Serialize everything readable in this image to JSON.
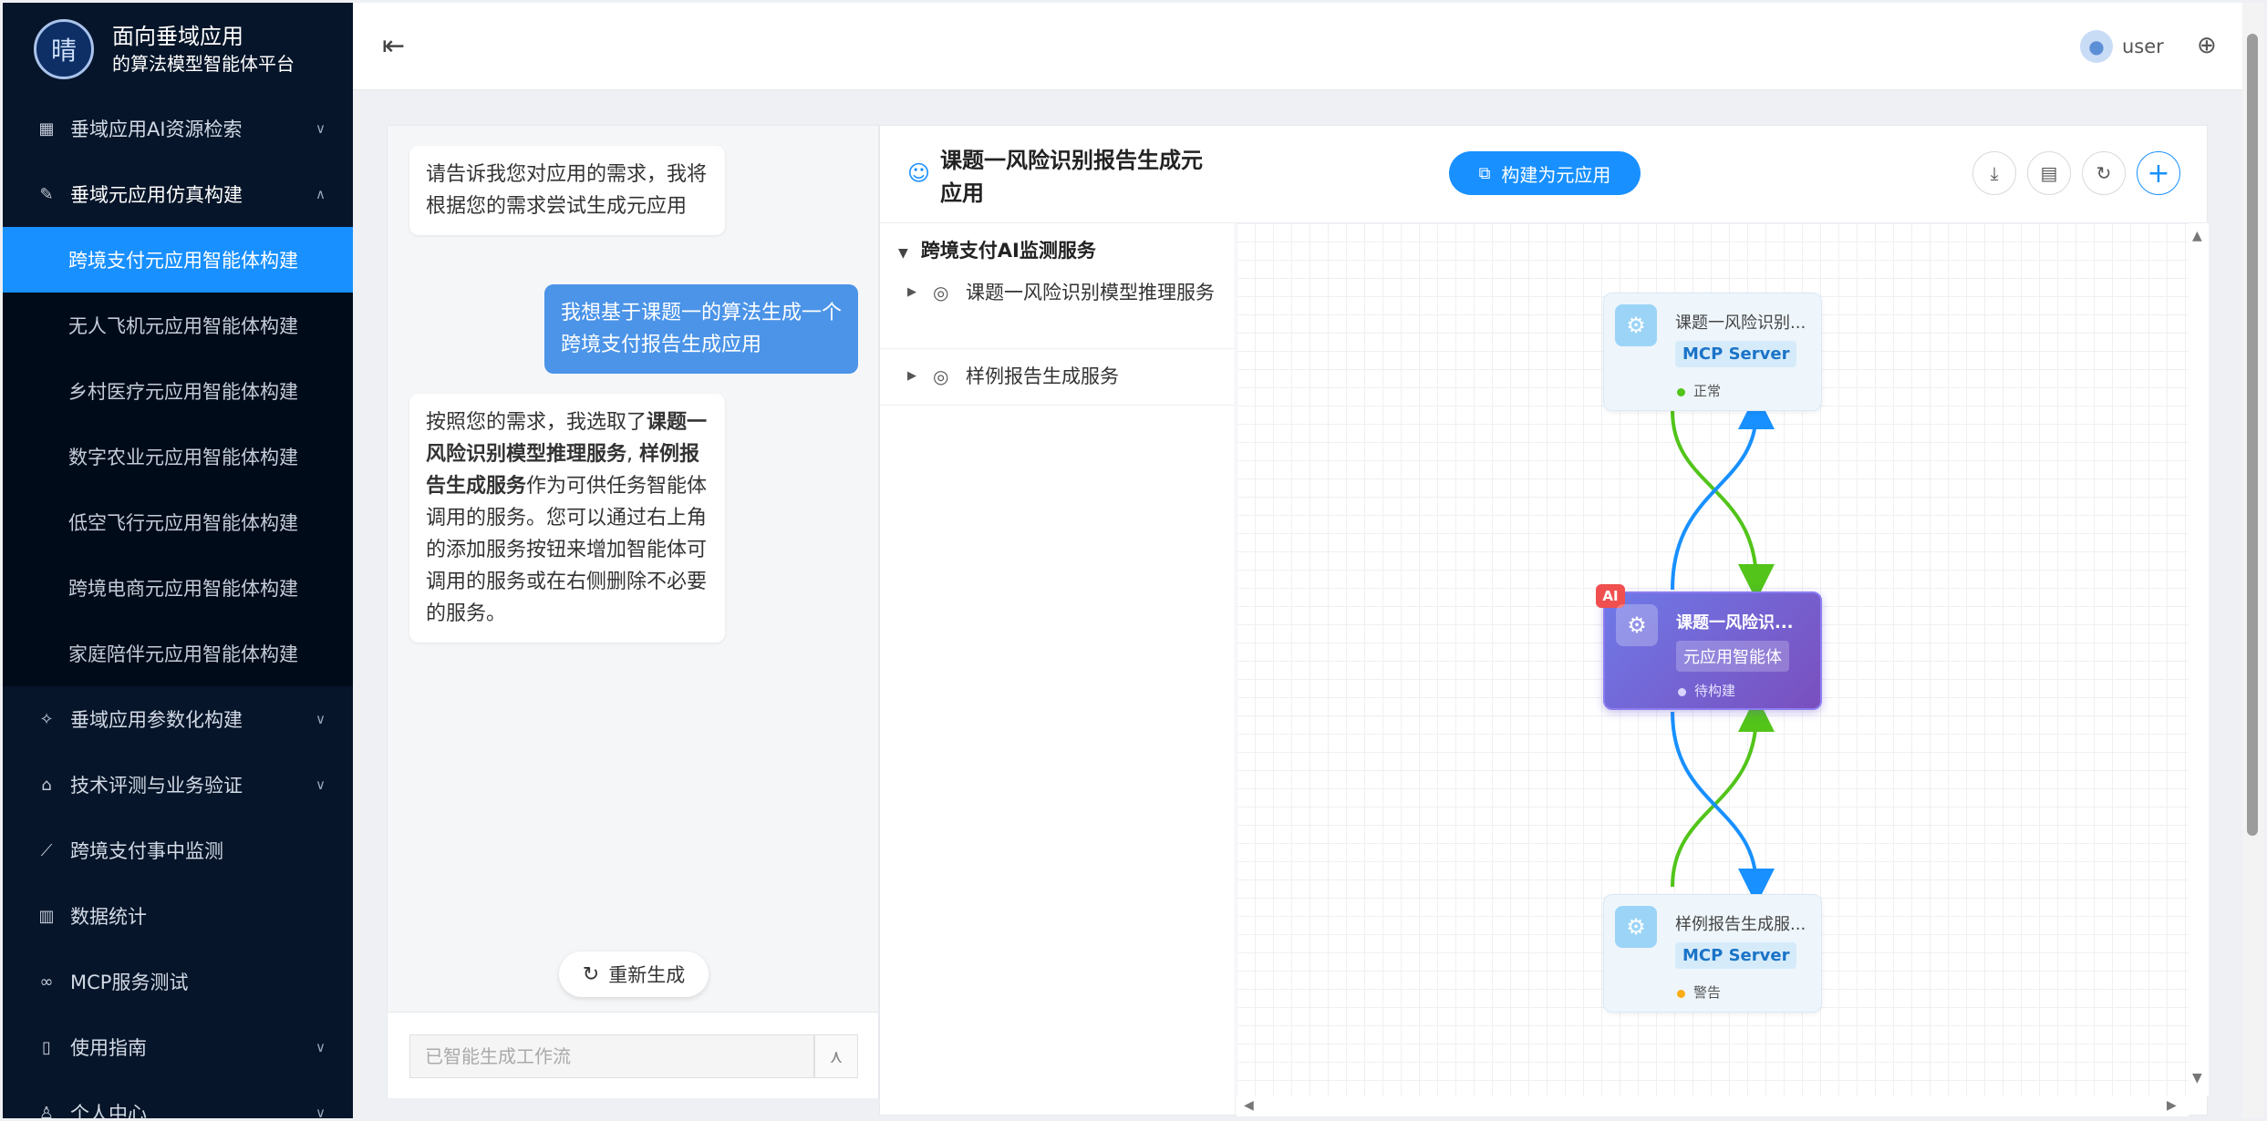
{
  "sidebar": {
    "logo_glyph": "晴",
    "title_line1": "面向垂域应用",
    "title_line2": "的算法模型智能体平台",
    "items": [
      {
        "label": "垂域应用AI资源检索",
        "icon": "grid-icon",
        "glyph": "▦",
        "chevron": "∨"
      },
      {
        "label": "垂域元应用仿真构建",
        "icon": "edit-icon",
        "glyph": "✎",
        "chevron": "∧"
      },
      {
        "label": "垂域应用参数化构建",
        "icon": "pin-icon",
        "glyph": "✧",
        "chevron": "∨"
      },
      {
        "label": "技术评测与业务验证",
        "icon": "bank-icon",
        "glyph": "⌂",
        "chevron": "∨"
      },
      {
        "label": "跨境支付事中监测",
        "icon": "line-chart-icon",
        "glyph": "⟋",
        "chevron": ""
      },
      {
        "label": "数据统计",
        "icon": "bar-chart-icon",
        "glyph": "▥",
        "chevron": ""
      },
      {
        "label": "MCP服务测试",
        "icon": "link-icon",
        "glyph": "∞",
        "chevron": ""
      },
      {
        "label": "使用指南",
        "icon": "book-icon",
        "glyph": "▯",
        "chevron": "∨"
      },
      {
        "label": "个人中心",
        "icon": "user-icon",
        "glyph": "♙",
        "chevron": "∨"
      }
    ],
    "submenu": [
      "跨境支付元应用智能体构建",
      "无人飞机元应用智能体构建",
      "乡村医疗元应用智能体构建",
      "数字农业元应用智能体构建",
      "低空飞行元应用智能体构建",
      "跨境电商元应用智能体构建",
      "家庭陪伴元应用智能体构建"
    ]
  },
  "header": {
    "fold_glyph": "⇤",
    "user_glyph": "●",
    "username": "user",
    "globe_glyph": "⊕"
  },
  "chat": {
    "msg1": "请告诉我您对应用的需求，我将根据您的需求尝试生成元应用",
    "msg2": "我想基于课题一的算法生成一个跨境支付报告生成应用",
    "msg3_prefix": "按照您的需求，我选取了",
    "msg3_bold1": "课题一风险识别模型推理服务",
    "msg3_sep": ", ",
    "msg3_bold2": "样例报告生成服务",
    "msg3_suffix": "作为可供任务智能体调用的服务。您可以通过右上角的添加服务按钮来增加智能体可调用的服务或在右侧删除不必要的服务。",
    "regen_glyph": "↻",
    "regen_label": "重新生成",
    "input_placeholder": "已智能生成工作流",
    "input_btn_glyph": "⋏"
  },
  "workflow": {
    "title_glyph": "☺",
    "title": "课题一风险识别报告生成元应用",
    "build_glyph": "⧉",
    "build_label": "构建为元应用",
    "tool_download": "⤓",
    "tool_doc": "▤",
    "tool_refresh": "↻",
    "tool_add": "+",
    "tree_root_arrow": "▼",
    "tree_root": "跨境支付AI监测服务",
    "tree_children": [
      {
        "arrow": "▶",
        "glyph": "◎",
        "label": "课题一风险识别模型推理服务"
      },
      {
        "arrow": "▶",
        "glyph": "◎",
        "label": "样例报告生成服务"
      }
    ],
    "scroll_up": "▲",
    "scroll_down": "▼",
    "scroll_left": "◀",
    "scroll_right": "▶",
    "nodes": {
      "top": {
        "glyph": "⚙",
        "title": "课题一风险识别...",
        "tag": "MCP Server",
        "status": "正常",
        "dot_color": "#52c41a"
      },
      "agent": {
        "badge": "AI",
        "glyph": "⚙",
        "title": "课题一风险识...",
        "tag": "元应用智能体",
        "status": "待构建",
        "dot_color": "#d9d4ff"
      },
      "bottom": {
        "glyph": "⚙",
        "title": "样例报告生成服...",
        "tag": "MCP Server",
        "status": "警告",
        "dot_color": "#faad14"
      }
    },
    "edge_colors": {
      "down": "#52c41a",
      "up": "#1890ff"
    }
  }
}
